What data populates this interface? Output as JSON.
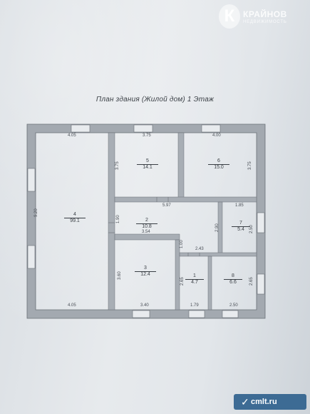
{
  "watermark": {
    "logo": "К",
    "name": "КРАЙНОВ",
    "subtitle": "НЕДВИЖИМОСТЬ"
  },
  "plan": {
    "title": "План здания (Жилой дом) 1 Этаж",
    "rooms": [
      {
        "number": "4",
        "area": "99.1"
      },
      {
        "number": "5",
        "area": "14.1"
      },
      {
        "number": "6",
        "area": "15.0"
      },
      {
        "number": "2",
        "area": "10.8"
      },
      {
        "number": "7",
        "area": "5.4"
      },
      {
        "number": "3",
        "area": "12.4"
      },
      {
        "number": "1",
        "area": "4.7"
      },
      {
        "number": "8",
        "area": "6.6"
      }
    ],
    "dimensions": {
      "top_left": "4.05",
      "top_room5": "3.75",
      "top_room6": "4.00",
      "left_room4": "9.20",
      "room5_height": "3.75",
      "room6_height": "3.75",
      "corridor_width": "5.97",
      "corridor_right": "1.85",
      "corridor_height": "1.90",
      "corridor_lower": "3.54",
      "room7_height": "2.90",
      "right_wall": "2.50",
      "door_height": "1.00",
      "hall_width": "2.43",
      "room3_height": "3.60",
      "room1_height": "2.65",
      "room8_height": "2.65",
      "bottom_left": "4.05",
      "bottom_room3": "3.40",
      "bottom_room1": "1.79",
      "bottom_room8": "2.50"
    }
  },
  "footer": {
    "icon": "✓",
    "text": "cmlt.ru"
  },
  "colors": {
    "wall": "#9aa0a6",
    "line": "#5a5f66",
    "badge": "#3d6b94"
  }
}
